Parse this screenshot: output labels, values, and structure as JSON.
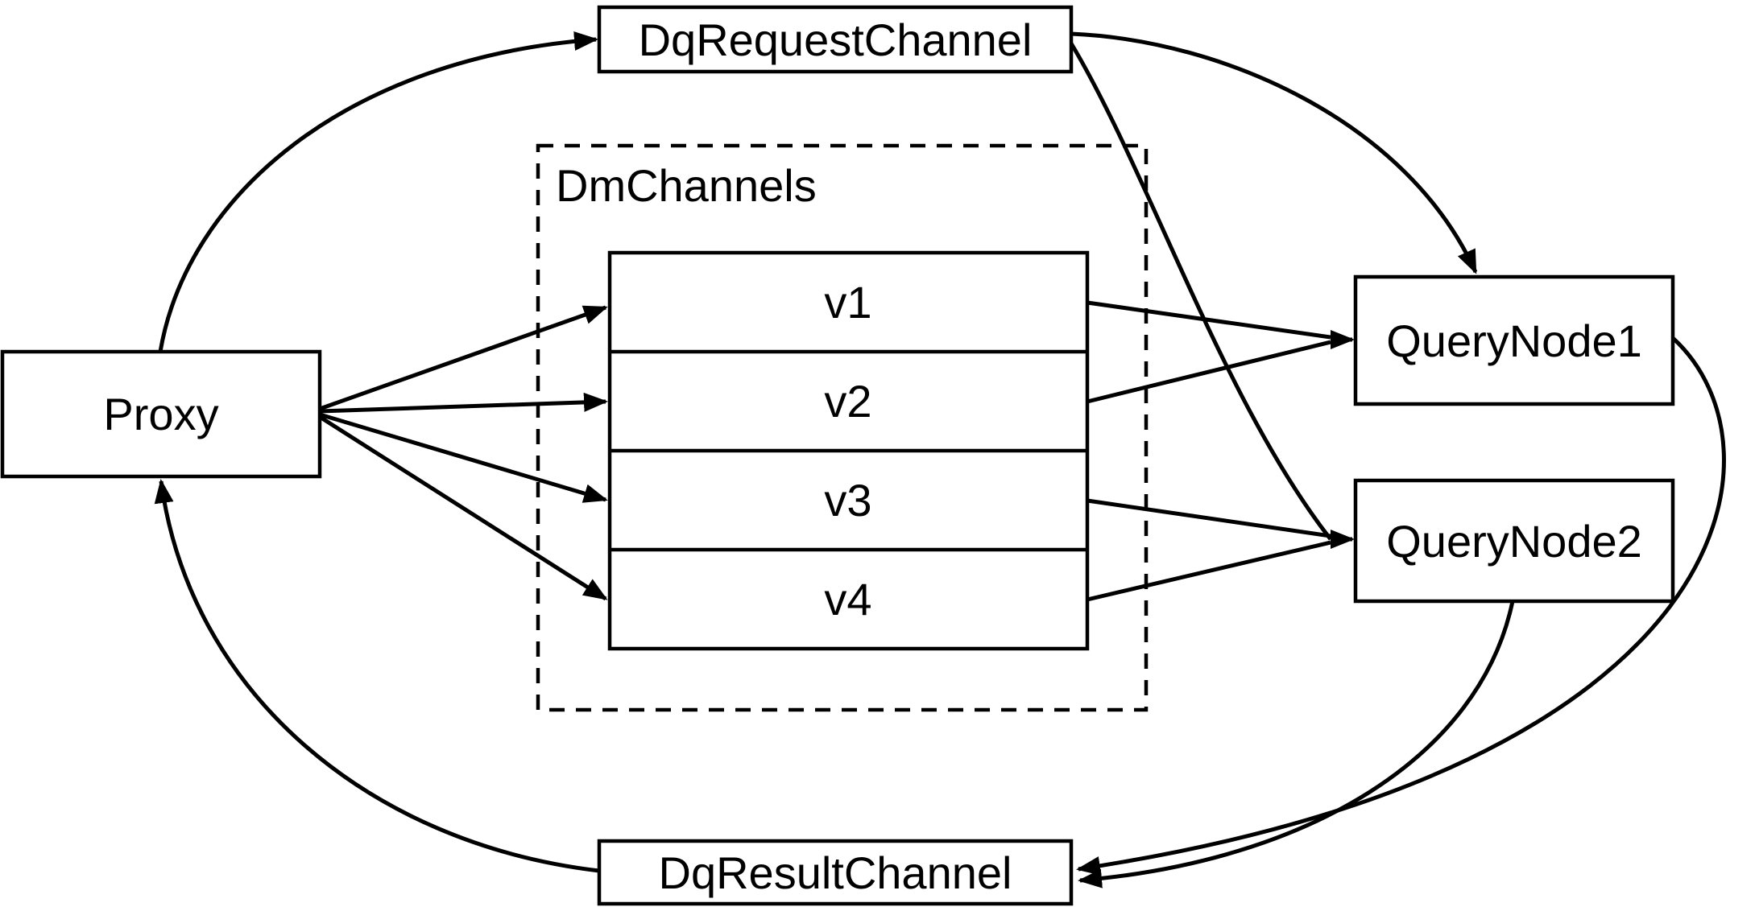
{
  "diagram": {
    "background": "#ffffff",
    "stroke_color": "#000000",
    "nodes": {
      "proxy": {
        "label": "Proxy"
      },
      "dq_request_channel": {
        "label": "DqRequestChannel"
      },
      "dm_channels_group": {
        "label": "DmChannels"
      },
      "channels": [
        {
          "label": "v1"
        },
        {
          "label": "v2"
        },
        {
          "label": "v3"
        },
        {
          "label": "v4"
        }
      ],
      "query_node_1": {
        "label": "QueryNode1"
      },
      "query_node_2": {
        "label": "QueryNode2"
      },
      "dq_result_channel": {
        "label": "DqResultChannel"
      }
    },
    "edges": [
      {
        "from": "Proxy",
        "to": "DqRequestChannel"
      },
      {
        "from": "Proxy",
        "to": "v1"
      },
      {
        "from": "Proxy",
        "to": "v2"
      },
      {
        "from": "Proxy",
        "to": "v3"
      },
      {
        "from": "Proxy",
        "to": "v4"
      },
      {
        "from": "v1",
        "to": "QueryNode1"
      },
      {
        "from": "v2",
        "to": "QueryNode1"
      },
      {
        "from": "v3",
        "to": "QueryNode2"
      },
      {
        "from": "v4",
        "to": "QueryNode2"
      },
      {
        "from": "DqRequestChannel",
        "to": "QueryNode1"
      },
      {
        "from": "DqRequestChannel",
        "to": "QueryNode2"
      },
      {
        "from": "QueryNode1",
        "to": "DqResultChannel"
      },
      {
        "from": "QueryNode2",
        "to": "DqResultChannel"
      },
      {
        "from": "DqResultChannel",
        "to": "Proxy"
      }
    ]
  }
}
